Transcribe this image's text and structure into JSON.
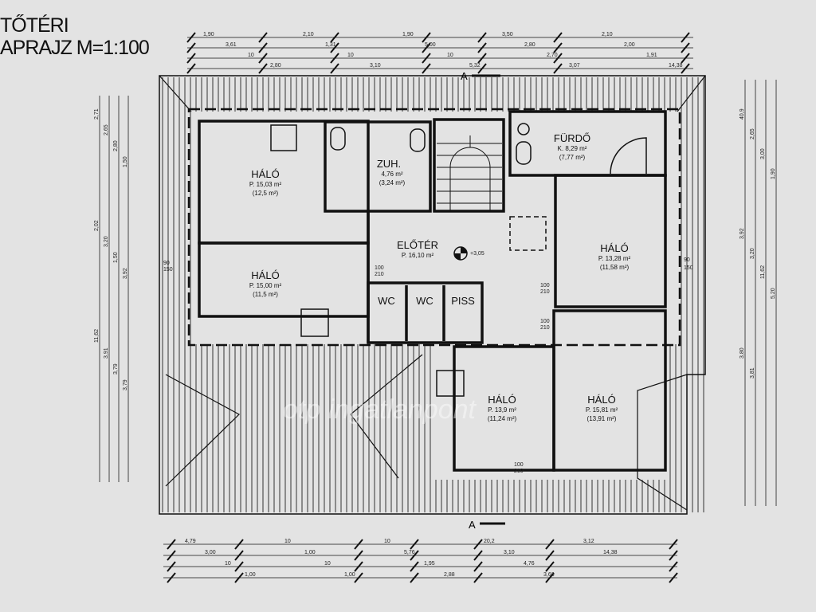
{
  "title": {
    "line1": "TŐTÉRI",
    "line2": "APRAJZ M=1:100"
  },
  "section_marker": "A",
  "rooms": [
    {
      "name": "HÁLÓ",
      "area": "P. 15,03 m²",
      "net": "(12,5 m²)"
    },
    {
      "name": "ZUH.",
      "area": "4,76 m²",
      "net": "(3,24 m²)"
    },
    {
      "name": "FÜRDŐ",
      "area": "K. 8,29 m²",
      "net": "(7,77 m²)"
    },
    {
      "name": "ELŐTÉR",
      "area": "P. 16,10 m²",
      "net": ""
    },
    {
      "name": "HÁLÓ",
      "area": "P. 15,00 m²",
      "net": "(11,5 m²)"
    },
    {
      "name": "HÁLÓ",
      "area": "P. 13,28 m²",
      "net": "(11,58 m²)"
    },
    {
      "name": "WC",
      "area": "",
      "net": ""
    },
    {
      "name": "WC",
      "area": "",
      "net": ""
    },
    {
      "name": "PISS",
      "area": "",
      "net": ""
    },
    {
      "name": "HÁLÓ",
      "area": "P. 13,9 m²",
      "net": "(11,24 m²)"
    },
    {
      "name": "HÁLÓ",
      "area": "P. 15,81 m²",
      "net": "(13,91 m²)"
    }
  ],
  "dimensions": {
    "top": [
      "1,90",
      "3,61",
      "10",
      "2,80",
      "2,10",
      "1,31",
      "10",
      "3,10",
      "1,90",
      "5,00",
      "10",
      "5,32",
      "3,50",
      "2,80",
      "2,70",
      "3,07",
      "2,10",
      "2,00",
      "1,91",
      "14,38"
    ],
    "bottom": [
      "4,79",
      "3,00",
      "10",
      "1,00",
      "10",
      "1,00",
      "10",
      "1,00",
      "10",
      "5,76",
      "1,95",
      "2,88",
      "20,2",
      "3,10",
      "4,76",
      "3,66",
      "3,12",
      "14,38"
    ],
    "left": [
      "2,71",
      "2,65",
      "2,80",
      "1,50",
      "2,02",
      "3,20",
      "1,50",
      "3,92",
      "11,62",
      "3,91",
      "3,79",
      "3,79"
    ],
    "right": [
      "40,9",
      "2,65",
      "3,00",
      "1,90",
      "3,92",
      "3,20",
      "11,62",
      "5,20",
      "3,80",
      "3,81"
    ],
    "openings": [
      "100",
      "210",
      "100",
      "210",
      "100",
      "210",
      "100",
      "210",
      "90",
      "150",
      "90",
      "150",
      "+3,05"
    ]
  },
  "watermark": "otp ingatlanpont"
}
